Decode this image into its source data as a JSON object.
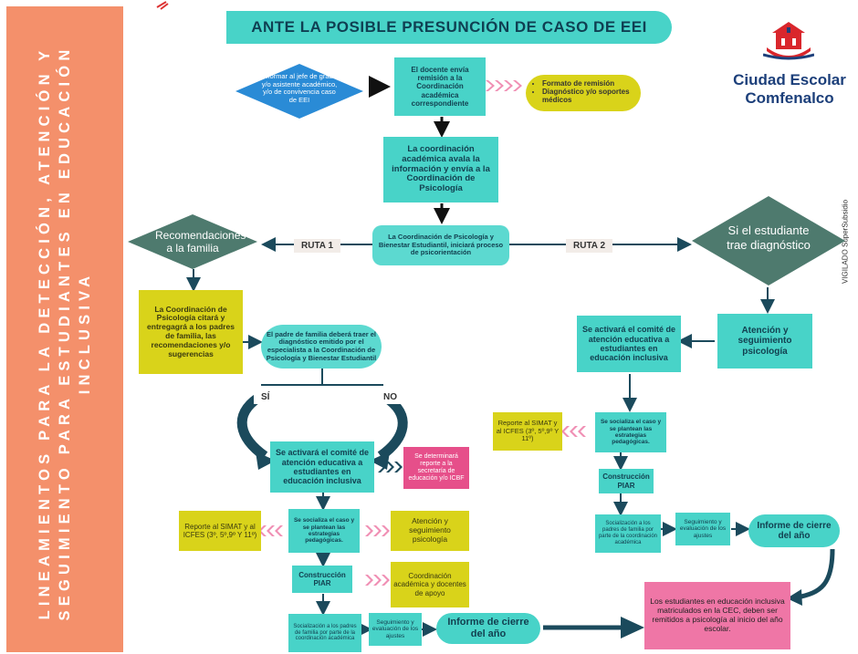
{
  "side_title": "LINEAMIENTOS PARA LA DETECCIÓN, ATENCIÓN Y SEGUIMIENTO PARA ESTUDIANTES EN EDUCACIÓN INCLUSIVA",
  "title": "ANTE LA POSIBLE PRESUNCIÓN DE CASO DE EEI",
  "brand": {
    "line1": "Ciudad Escolar",
    "line2": "Comfenalco"
  },
  "vigilado": "VIGILADO SuperSubsidio",
  "nodes": {
    "informar": "Informar al jefe de grado y/o asistente académico, y/o de convivencia caso de EEI",
    "docente": "El docente envía remisión a la Coordinación académica correspondiente",
    "formato": [
      "Formato de remisión",
      "Diagnóstico y/o soportes médicos"
    ],
    "avala": "La coordinación académica avala la información y envía a la Coordinación de Psicología",
    "bienestar": "La Coordinación de Psicología y Bienestar Estudiantil, iniciará proceso de psicorientación",
    "ruta1": "RUTA 1",
    "ruta2": "RUTA 2",
    "recomendaciones": "Recomendaciones a la familia",
    "diagnostico": "Si el estudiante trae diagnóstico",
    "citara": "La Coordinación de Psicología citará y entregagrá a los padres de familia, las recomendaciones y/o sugerencias",
    "padre": "El padre de familia deberá traer el diagnóstico emitido por el especialista a la Coordinación de Psicología y Bienestar Estudiantil",
    "si": "SÍ",
    "no": "NO",
    "comite_left": "Se activará el comité de atención educativa a estudiantes en educación inclusiva",
    "icbf": "Se determinará reporte a la secretaría de educación y/o ICBF",
    "atencion_right": "Atención y seguimiento psicología",
    "comite_right": "Se activará el comité de atención educativa a estudiantes en educación inclusiva",
    "reporte_right": "Reporte al SIMAT y al ICFES (3º, 5º,9º Y 11º)",
    "socializa_right": "Se socializa el caso y se plantean las estrategias pedagógicas.",
    "piar_right": "Construcción PIAR",
    "socializacion_right": "Socialización a los padres de familia por parte de la coordinación académica",
    "seguimiento_right": "Seguimiento y evaluación de los ajustes",
    "cierre_right": "Informe de cierre del año",
    "reporte_left": "Reporte al SIMAT y al ICFES (3º, 5º,9º Y 11º)",
    "socializa_left": "Se socializa el caso y se plantean las estrategias pedagógicas.",
    "atencion_left": "Atención y seguimiento psicología",
    "piar_left": "Construcción PIAR",
    "coord_docentes": "Coordinación académica y docentes de apoyo",
    "socializacion_left": "Socialización a los padres de familia por parte de la coordinación académica",
    "seguimiento_left": "Seguimiento y evaluación de los ajustes",
    "cierre_left": "Informe de cierre del año",
    "final": "Los estudiantes en educación inclusiva matriculados en la CEC, deben ser remitidos a psicología al inicio del año escolar."
  },
  "colors": {
    "teal": "#48d3c8",
    "yellow": "#d9d31a",
    "pink": "#e64f8a",
    "salmon": "#f4906b",
    "navy": "#1c3f7a"
  }
}
